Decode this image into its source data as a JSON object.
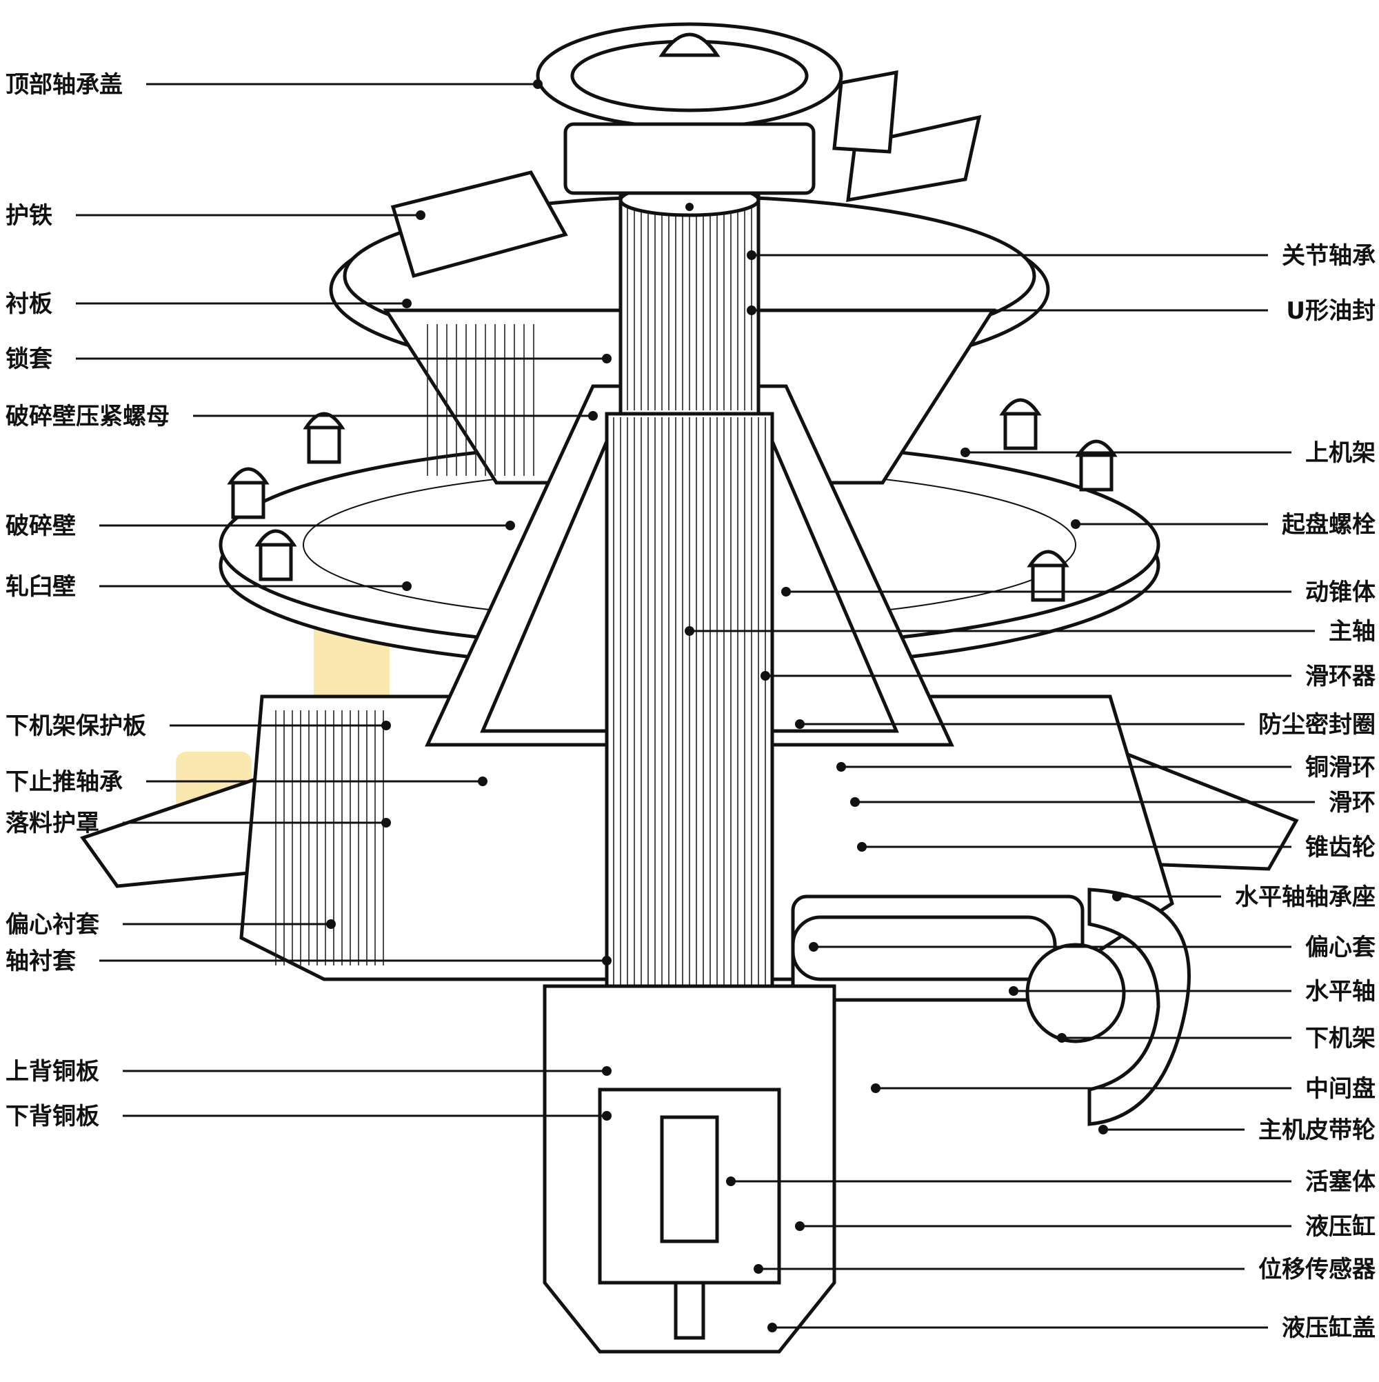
{
  "labels_left": [
    "顶部轴承盖",
    "护铁",
    "衬板",
    "锁套",
    "破碎壁压紧螺母",
    "破碎壁",
    "轧臼壁",
    "下机架保护板",
    "下止推轴承",
    "落料护罩",
    "偏心衬套",
    "轴衬套",
    "上背铜板",
    "下背铜板"
  ],
  "labels_right": [
    "关节轴承",
    "U形油封",
    "上机架",
    "起盘螺栓",
    "动锥体",
    "主轴",
    "滑环器",
    "防尘密封圈",
    "铜滑环",
    "滑环",
    "锥齿轮",
    "水平轴轴承座",
    "偏心套",
    "水平轴",
    "下机架",
    "中间盘",
    "主机皮带轮",
    "活塞体",
    "液压缸",
    "位移传感器",
    "液压缸盖"
  ],
  "colors": {
    "line": "#111111",
    "highlight": "#f6d66e"
  }
}
